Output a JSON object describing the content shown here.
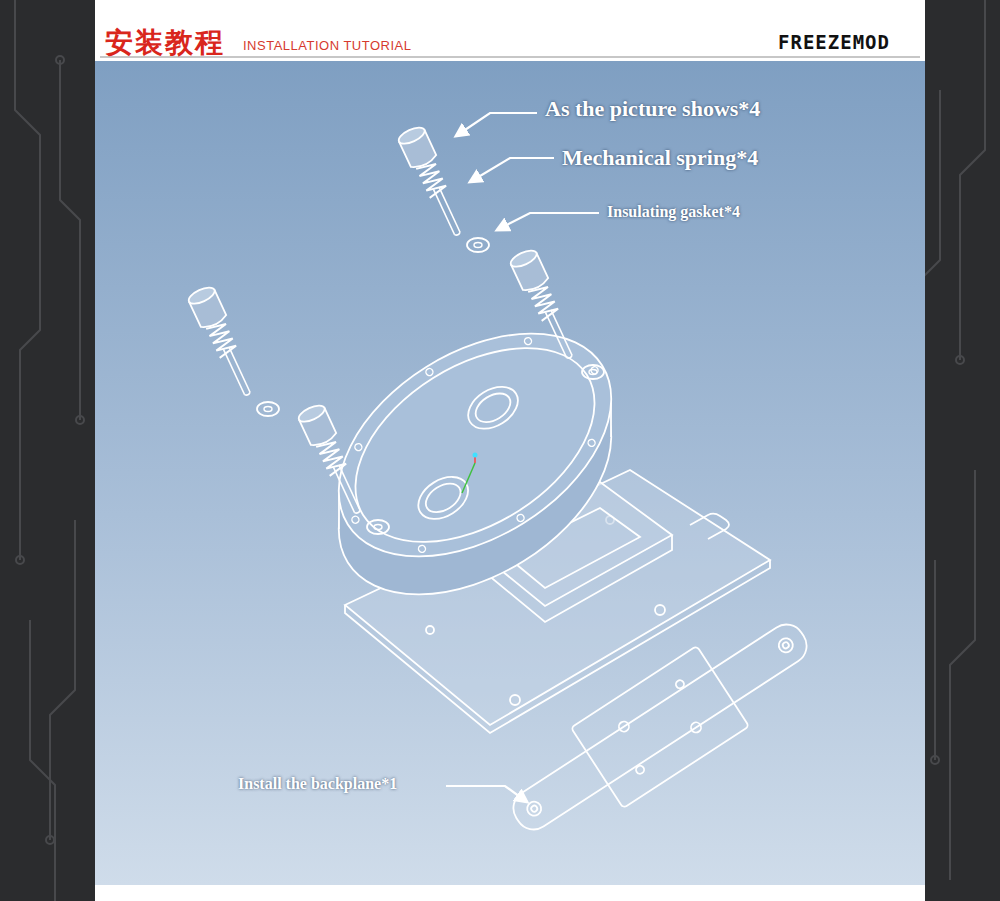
{
  "diagram": {
    "title": "安装教程",
    "labels": [
      "INSTALLATION TUTORIAL",
      "FREEZEMOD",
      "As the picture shows*4",
      "Mechanical spring*4",
      "Insulating gasket*4",
      "Install the backplane*1"
    ]
  }
}
